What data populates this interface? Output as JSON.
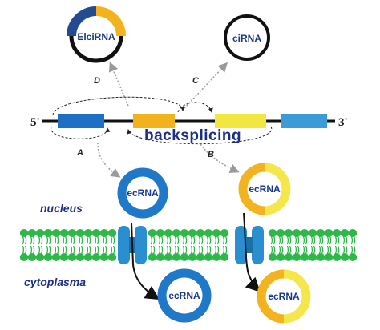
{
  "labels": {
    "elcirna": "ElciRNA",
    "cirna": "ciRNA",
    "five_prime": "5'",
    "three_prime": "3'",
    "backsplicing": "backsplicing",
    "path_a": "A",
    "path_b": "B",
    "path_c": "C",
    "path_d": "D",
    "nucleus": "nucleus",
    "cytoplasma": "cytoplasma",
    "ecrna_nuclear_blue": "ecRNA",
    "ecrna_nuclear_yellow": "ecRNA",
    "ecrna_cyto_blue": "ecRNA",
    "ecrna_cyto_yellow": "ecRNA"
  },
  "colors": {
    "exon1": "#1f6fc4",
    "exon2": "#f1b21b",
    "exon3": "#f2e641",
    "exon4": "#3b9bd6",
    "ring_blue": "#1f78c8",
    "ring_yellow_outer": "#f2b31e",
    "ring_yellow_inner": "#f4e64b",
    "membrane": "#2fb84a",
    "pore": "#2a8fd0",
    "text_blue": "#1b2f8a"
  }
}
